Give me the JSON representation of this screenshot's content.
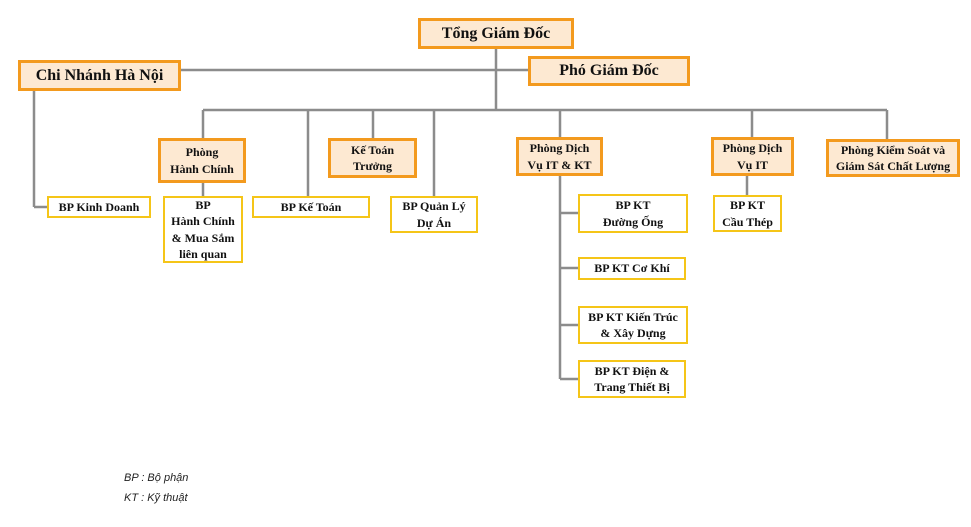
{
  "nodes": {
    "ceo": "Tổng Giám Đốc",
    "deputy": "Phó Giám Đốc",
    "branch": "Chi Nhánh Hà Nội",
    "admin_dept": "Phòng\nHành Chính",
    "chief_accountant": "Kế Toán\nTrưởng",
    "it_tech_dept": "Phòng Dịch\nVụ IT & KT",
    "it_dept": "Phòng Dịch\nVụ IT",
    "qa_dept": "Phòng Kiểm Soát và\nGiám Sát Chất Lượng",
    "sales": "BP Kinh Doanh",
    "admin_purchasing": "BP\nHành Chính\n& Mua Sắm\nliên quan",
    "accounting": "BP Kế Toán",
    "project_mgmt": "BP Quản Lý\nDự Án",
    "pipeline": "BP KT\nĐường Ống",
    "mechanical": "BP KT Cơ Khí",
    "architecture": "BP KT Kiến Trúc\n& Xây Dựng",
    "electrical": "BP KT Điện &\nTrang Thiết Bị",
    "steel_bridge": "BP KT\nCầu Thép"
  },
  "legend": {
    "bp": "BP : Bộ phận",
    "kt": "KT : Kỹ thuật"
  },
  "colors": {
    "header_fill": "#fde9d2",
    "header_border": "#f39a1e",
    "unit_border": "#f5c518",
    "connector": "#8c8c8c"
  }
}
